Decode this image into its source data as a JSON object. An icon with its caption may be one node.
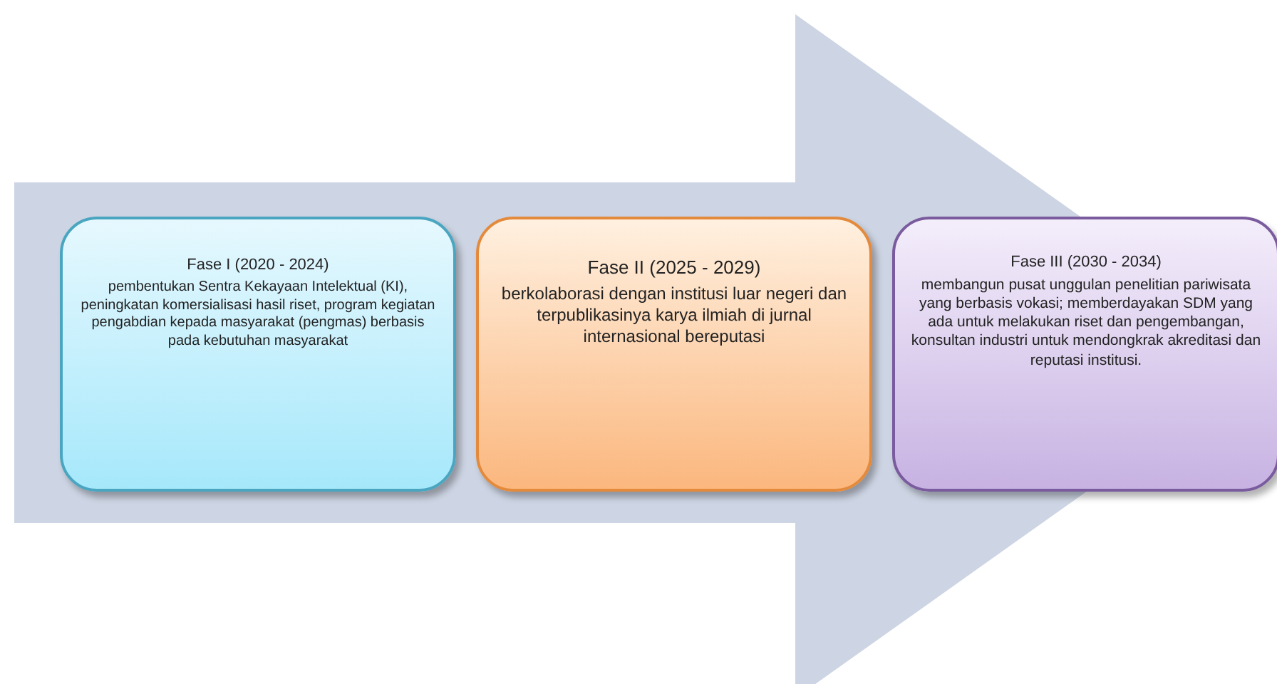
{
  "diagram": {
    "nodes": [
      {
        "text": [
          "Fase I (2020 - 2024)",
          "pembentukan Sentra Kekayaan Intelektual (KI), peningkatan komersialisasi hasil riset, program kegiatan pengabdian kepada masyarakat (pengmas) berbasis pada kebutuhan masyarakat"
        ]
      },
      {
        "text": [
          "Fase II (2025 - 2029)",
          "berkolaborasi dengan institusi luar negeri dan terpublikasinya karya ilmiah di jurnal internasional bereputasi"
        ]
      },
      {
        "text": [
          "Fase III (2030 - 2034)",
          "membangun pusat unggulan penelitian pariwisata yang berbasis vokasi; memberdayakan SDM yang ada untuk melakukan riset dan pengembangan, konsultan industri untuk mendongkrak akreditasi dan reputasi institusi."
        ]
      }
    ],
    "edges": []
  }
}
